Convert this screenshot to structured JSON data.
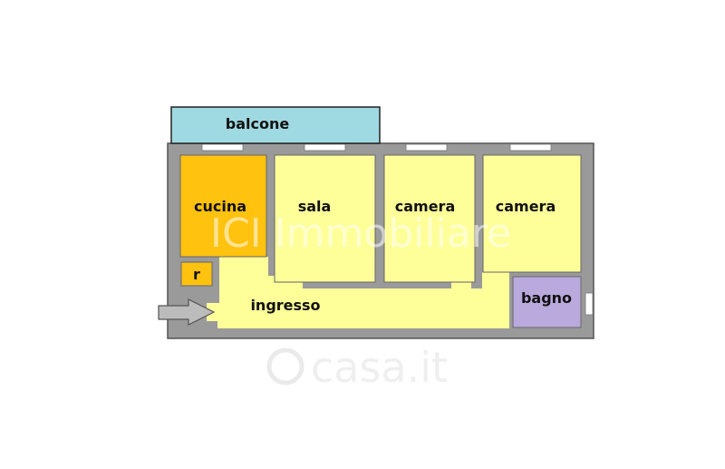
{
  "rooms": {
    "balcone": "balcone",
    "cucina": "cucina",
    "sala": "sala",
    "camera_1": "camera",
    "camera_2": "camera",
    "ripostiglio": "r",
    "ingresso": "ingresso",
    "bagno": "bagno"
  },
  "watermarks": {
    "agency": "ICI Immobiliare",
    "portal": "casa.it"
  },
  "colors": {
    "balcone": "#9fd9e2",
    "cucina": "#ffc20e",
    "rooms": "#ffff99",
    "bagno": "#b9a9dd",
    "walls": "#8a8a8a",
    "arrow": "#bcbcbc"
  }
}
